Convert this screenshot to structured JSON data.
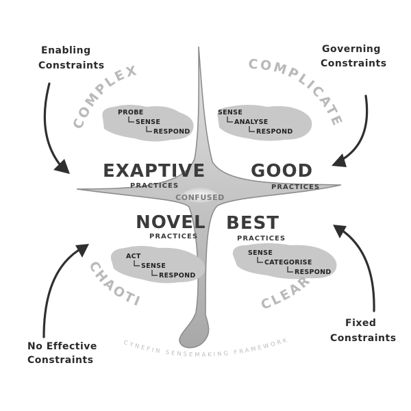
{
  "constraints": {
    "top_left": [
      "Enabling",
      "Constraints"
    ],
    "top_right": [
      "Governing",
      "Constraints"
    ],
    "bottom_left": [
      "No Effective",
      "Constraints"
    ],
    "bottom_right": [
      "Fixed",
      "Constraints"
    ]
  },
  "domains": {
    "complex": "COMPLEX",
    "complicated": "COMPLICATED",
    "chaotic": "CHAOTIC",
    "clear": "CLEAR",
    "center": "CONFUSED"
  },
  "practices": {
    "complex": {
      "name": "EXAPTIVE",
      "suffix": "PRACTICES"
    },
    "complicated": {
      "name": "GOOD",
      "suffix": "PRACTICES"
    },
    "chaotic": {
      "name": "NOVEL",
      "suffix": "PRACTICES"
    },
    "clear": {
      "name": "BEST",
      "suffix": "PRACTICES"
    }
  },
  "approaches": {
    "complex": [
      "PROBE",
      "SENSE",
      "RESPOND"
    ],
    "complicated": [
      "SENSE",
      "ANALYSE",
      "RESPOND"
    ],
    "chaotic": [
      "ACT",
      "SENSE",
      "RESPOND"
    ],
    "clear": [
      "SENSE",
      "CATEGORISE",
      "RESPOND"
    ]
  },
  "footer": "CYNEFIN SENSEMAKING FRAMEWORK",
  "colors": {
    "cloud": "#c8c8c8",
    "shape_fill": "#e6e6e6",
    "shape_stroke": "#8c8c8c",
    "domain_label": "#b9b9b9",
    "ink": "#2f2f2f"
  }
}
